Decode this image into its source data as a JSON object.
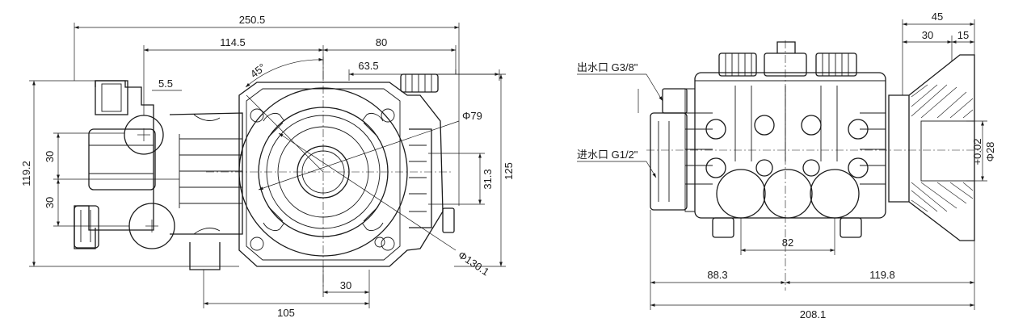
{
  "front_view": {
    "dims": {
      "overall_width": "250.5",
      "width_114": "114.5",
      "width_80": "80",
      "width_63": "63.5",
      "offset_5": "5.5",
      "angle": "45°",
      "height_119": "119.2",
      "pitch_upper": "30",
      "pitch_lower": "30",
      "height_125": "125",
      "offset_31": "31.3",
      "diameter_79": "Φ79",
      "diameter_130": "Φ130.1",
      "base_105": "105",
      "base_30": "30"
    }
  },
  "side_view": {
    "labels": {
      "outlet": "出水口 G3/8\"",
      "inlet": "进水口 G1/2\""
    },
    "dims": {
      "top_45": "45",
      "top_30": "30",
      "top_15": "15",
      "shaft_tol": "+0.02",
      "shaft_dia": "Φ28",
      "mid_82": "82",
      "left_88": "88.3",
      "right_119": "119.8",
      "overall_208": "208.1"
    }
  }
}
